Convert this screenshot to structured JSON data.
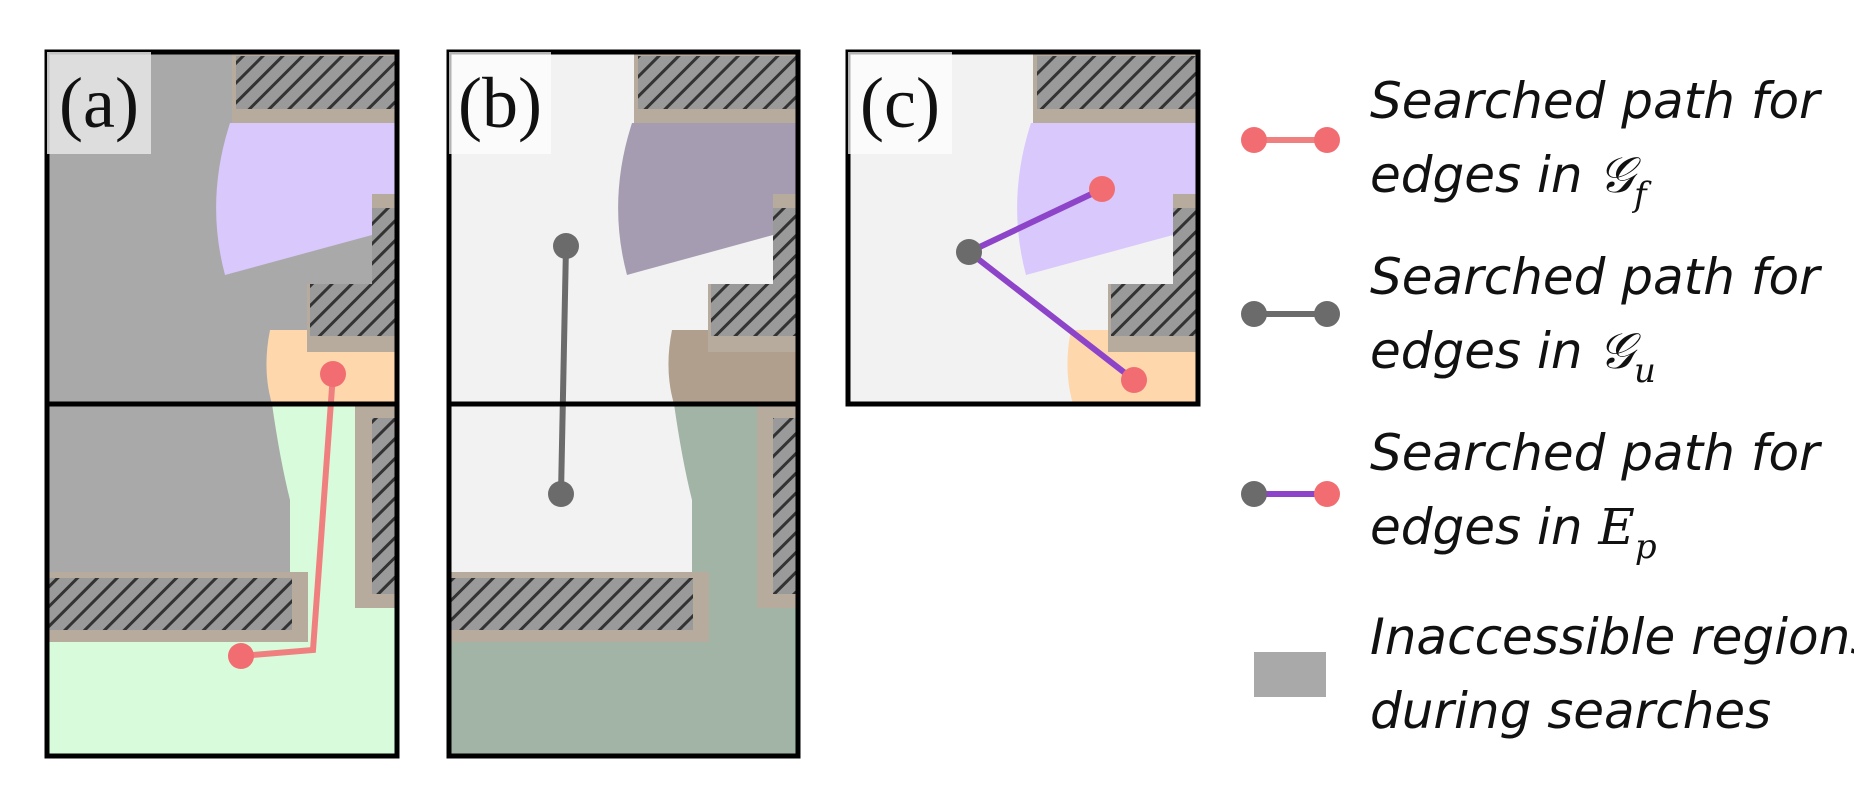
{
  "panels": [
    {
      "id": "a",
      "label": "(a)"
    },
    {
      "id": "b",
      "label": "(b)"
    },
    {
      "id": "c",
      "label": "(c)"
    }
  ],
  "legend": [
    {
      "id": "gf",
      "text": "Searched path for",
      "text2": "edges in ",
      "symbol": "𝒢",
      "subscript": "f",
      "line_color": "#f08080",
      "node_start": "#f26d72",
      "node_end": "#f26d72"
    },
    {
      "id": "gu",
      "text": "Searched path for",
      "text2": "edges in ",
      "symbol": "𝒢",
      "subscript": "u",
      "line_color": "#6b6b6b",
      "node_start": "#6b6b6b",
      "node_end": "#6b6b6b"
    },
    {
      "id": "ep",
      "text": "Searched path for",
      "text2": "edges in ",
      "symbol": "E",
      "subscript": "p",
      "line_color": "#8e44c9",
      "node_start": "#6b6b6b",
      "node_end": "#f26d72"
    },
    {
      "id": "inacc",
      "text": "Inaccessible regions",
      "text2": "during searches",
      "swatch_color": "#a9a9a9"
    }
  ],
  "colors": {
    "inaccessible": "#a9a9a9",
    "free": "#f2f2f2",
    "purple_region": "#d9c8fb",
    "orange_region": "#fed7ad",
    "green_region": "#d8fbdc",
    "wall_band": "#b7ab9d",
    "hatch_bg": "#9a9a9a",
    "hatch_line": "#3a3a3a",
    "path_gf": "#f08080",
    "path_gu": "#6b6b6b",
    "path_ep": "#8e44c9",
    "node_red": "#f26d72",
    "node_gray": "#6b6b6b"
  }
}
